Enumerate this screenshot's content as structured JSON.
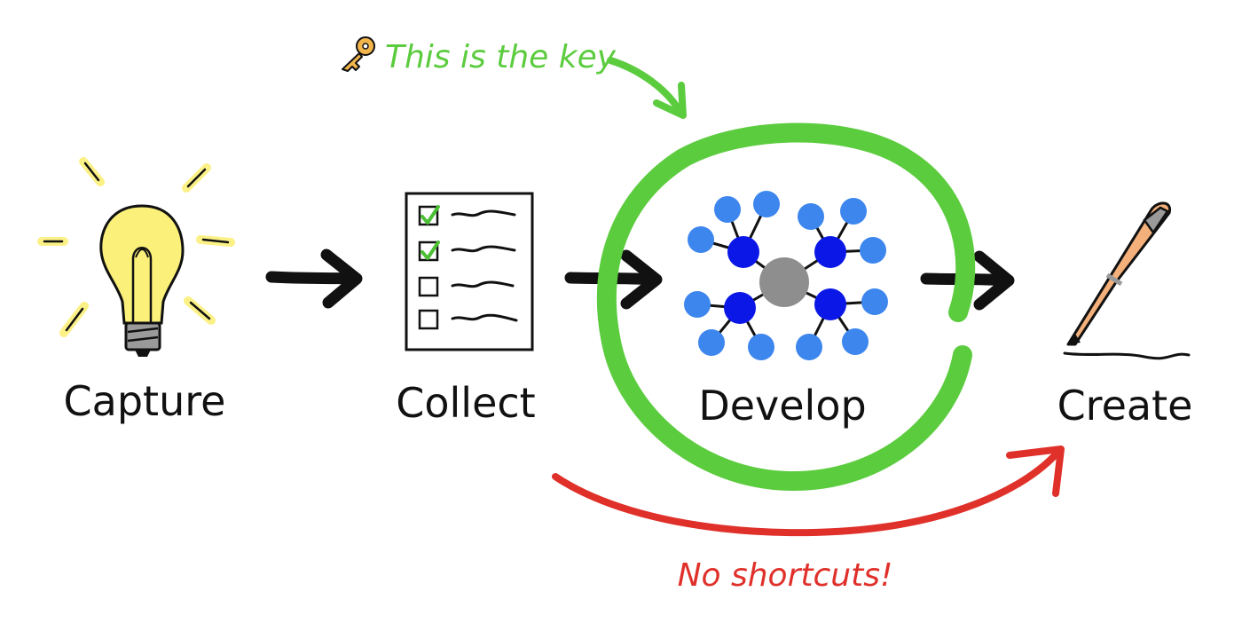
{
  "steps": [
    {
      "label": "Capture",
      "icon": "lightbulb-icon"
    },
    {
      "label": "Collect",
      "icon": "checklist-icon"
    },
    {
      "label": "Develop",
      "icon": "network-icon"
    },
    {
      "label": "Create",
      "icon": "pen-icon"
    }
  ],
  "annotations": {
    "key_note": "This is the key",
    "key_icon": "key-icon",
    "shortcut_note": "No shortcuts!"
  },
  "colors": {
    "highlight_green": "#5ccc3f",
    "warning_red": "#e0302a",
    "bulb_yellow": "#fbf07a",
    "node_light_blue": "#3d86ee",
    "node_dark_blue": "#0a17e6",
    "node_hub_gray": "#8e8e8e",
    "pen_body": "#f4b07a"
  }
}
